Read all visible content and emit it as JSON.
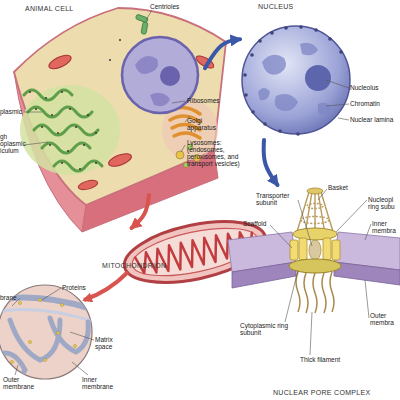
{
  "diagram": {
    "nodes": [
      {
        "text": [
          "ANIMAL CELL"
        ]
      },
      {
        "text": [
          "NUCLEUS"
        ]
      },
      {
        "text": [
          "MITOCHONDRION"
        ]
      },
      {
        "text": [
          "NUCLEAR PORE COMPLEX"
        ]
      }
    ],
    "edges": [
      {
        "from": 0,
        "to": 1,
        "arrow": "to"
      },
      {
        "from": 1,
        "to": 3,
        "arrow": "to"
      },
      {
        "from": 0,
        "to": 2,
        "arrow": "to"
      }
    ],
    "labels": [
      "Centrioles",
      "plasmic",
      "gh oplasmic iculum",
      "Ribosomes",
      "Golgi apparatus",
      "Lysosomes: (endosomes, peroxisomes, and transport vesicles)",
      "Nucleolus",
      "Chromatin",
      "Nuclear lamina",
      "Proteins",
      "brane",
      "Matrix space",
      "Outer membrane",
      "Inner membrane",
      "Basket",
      "Transporter subunit",
      "Nucleopl ring subu",
      "Scaffold",
      "Inner membra",
      "Outer membra",
      "Cytoplasmic ring subunit",
      "Thick filament"
    ]
  }
}
